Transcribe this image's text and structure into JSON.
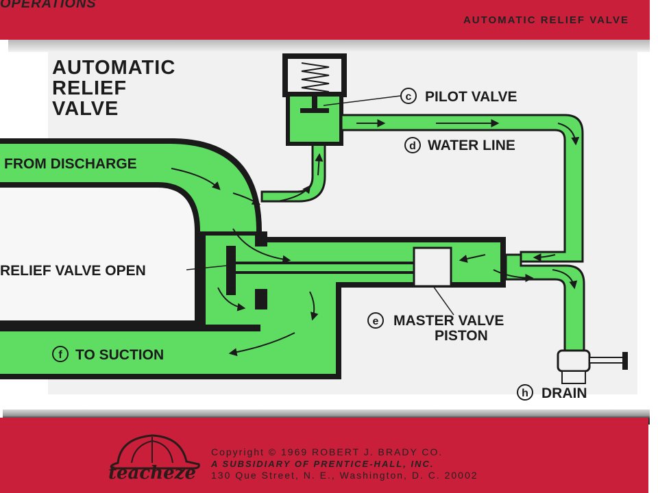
{
  "header": {
    "section": "OPERATIONS",
    "topic": "AUTOMATIC RELIEF VALVE"
  },
  "diagram": {
    "title_lines": [
      "AUTOMATIC",
      "RELIEF",
      "VALVE"
    ],
    "labels": {
      "pilot_valve": {
        "letter": "c",
        "text": "PILOT VALVE"
      },
      "water_line": {
        "letter": "d",
        "text": "WATER LINE"
      },
      "from_discharge": "FROM DISCHARGE",
      "relief_valve_open": "RELIEF VALVE OPEN",
      "master_valve_piston": {
        "letter": "e",
        "lines": [
          "MASTER VALVE",
          "PISTON"
        ]
      },
      "to_suction": {
        "letter": "f",
        "text": "TO SUCTION"
      },
      "drain": {
        "letter": "h",
        "text": "DRAIN"
      }
    },
    "colors": {
      "fluid": "#5fdc62",
      "outline": "#1a1a1a",
      "paper": "#f1f1f1"
    }
  },
  "footer": {
    "copyright": "Copyright © 1969 ROBERT J. BRADY CO.",
    "subsidiary": "A SUBSIDIARY OF PRENTICE-HALL, INC.",
    "address": "130 Que Street, N. E., Washington, D. C. 20002",
    "logo_text": "teacheze",
    "colors": {
      "band": "#c91f3a"
    }
  }
}
